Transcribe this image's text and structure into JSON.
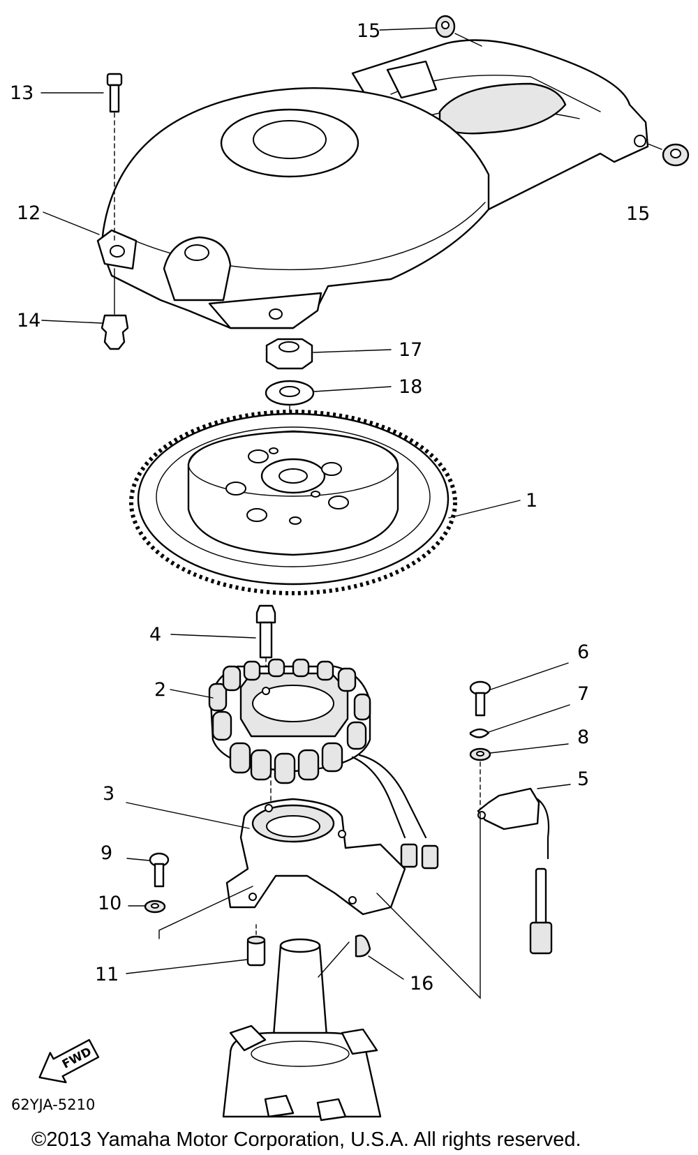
{
  "diagram": {
    "callouts": {
      "c1": "1",
      "c2": "2",
      "c3": "3",
      "c4": "4",
      "c5": "5",
      "c6": "6",
      "c7": "7",
      "c8": "8",
      "c9": "9",
      "c10": "10",
      "c11": "11",
      "c12": "12",
      "c13": "13",
      "c14": "14",
      "c15a": "15",
      "c15b": "15",
      "c16": "16",
      "c17": "17",
      "c18": "18"
    },
    "fwd_label": "FWD",
    "ref_code": "62YJA-5210",
    "copyright": "©2013 Yamaha Motor Corporation, U.S.A. All rights reserved."
  }
}
